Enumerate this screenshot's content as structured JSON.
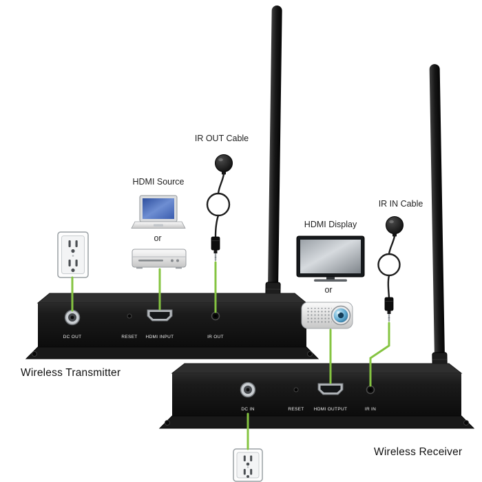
{
  "diagram": {
    "transmitter": {
      "label": "Wireless Transmitter",
      "ports": {
        "dc_out": "DC OUT",
        "reset": "RESET",
        "hdmi_input": "HDMI INPUT",
        "ir_out": "IR OUT"
      }
    },
    "receiver": {
      "label": "Wireless Receiver",
      "ports": {
        "dc_in": "DC IN",
        "reset": "RESET",
        "hdmi_output": "HDMI OUTPUT",
        "ir_in": "IR IN"
      }
    },
    "annotations": {
      "ir_out_cable": "IR OUT Cable",
      "hdmi_source": "HDMI Source",
      "or_source": "or",
      "hdmi_display": "HDMI Display",
      "or_display": "or",
      "ir_in_cable": "IR IN Cable"
    },
    "colors": {
      "connection_line": "#85C441",
      "device_body": "#1a1a1a",
      "background": "#ffffff"
    }
  }
}
